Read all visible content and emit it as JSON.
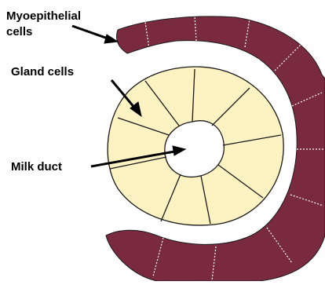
{
  "labels": {
    "myoepithelial_line1": "Myoepithelial",
    "myoepithelial_line2": "cells",
    "gland_cells": "Gland cells",
    "milk_duct": "Milk duct"
  },
  "colors": {
    "myoepithelial_fill": "#7a2a3e",
    "gland_fill": "#fdf2c2",
    "cell_border": "#1a1a1a",
    "label_text": "#000000",
    "background": "#ffffff"
  }
}
